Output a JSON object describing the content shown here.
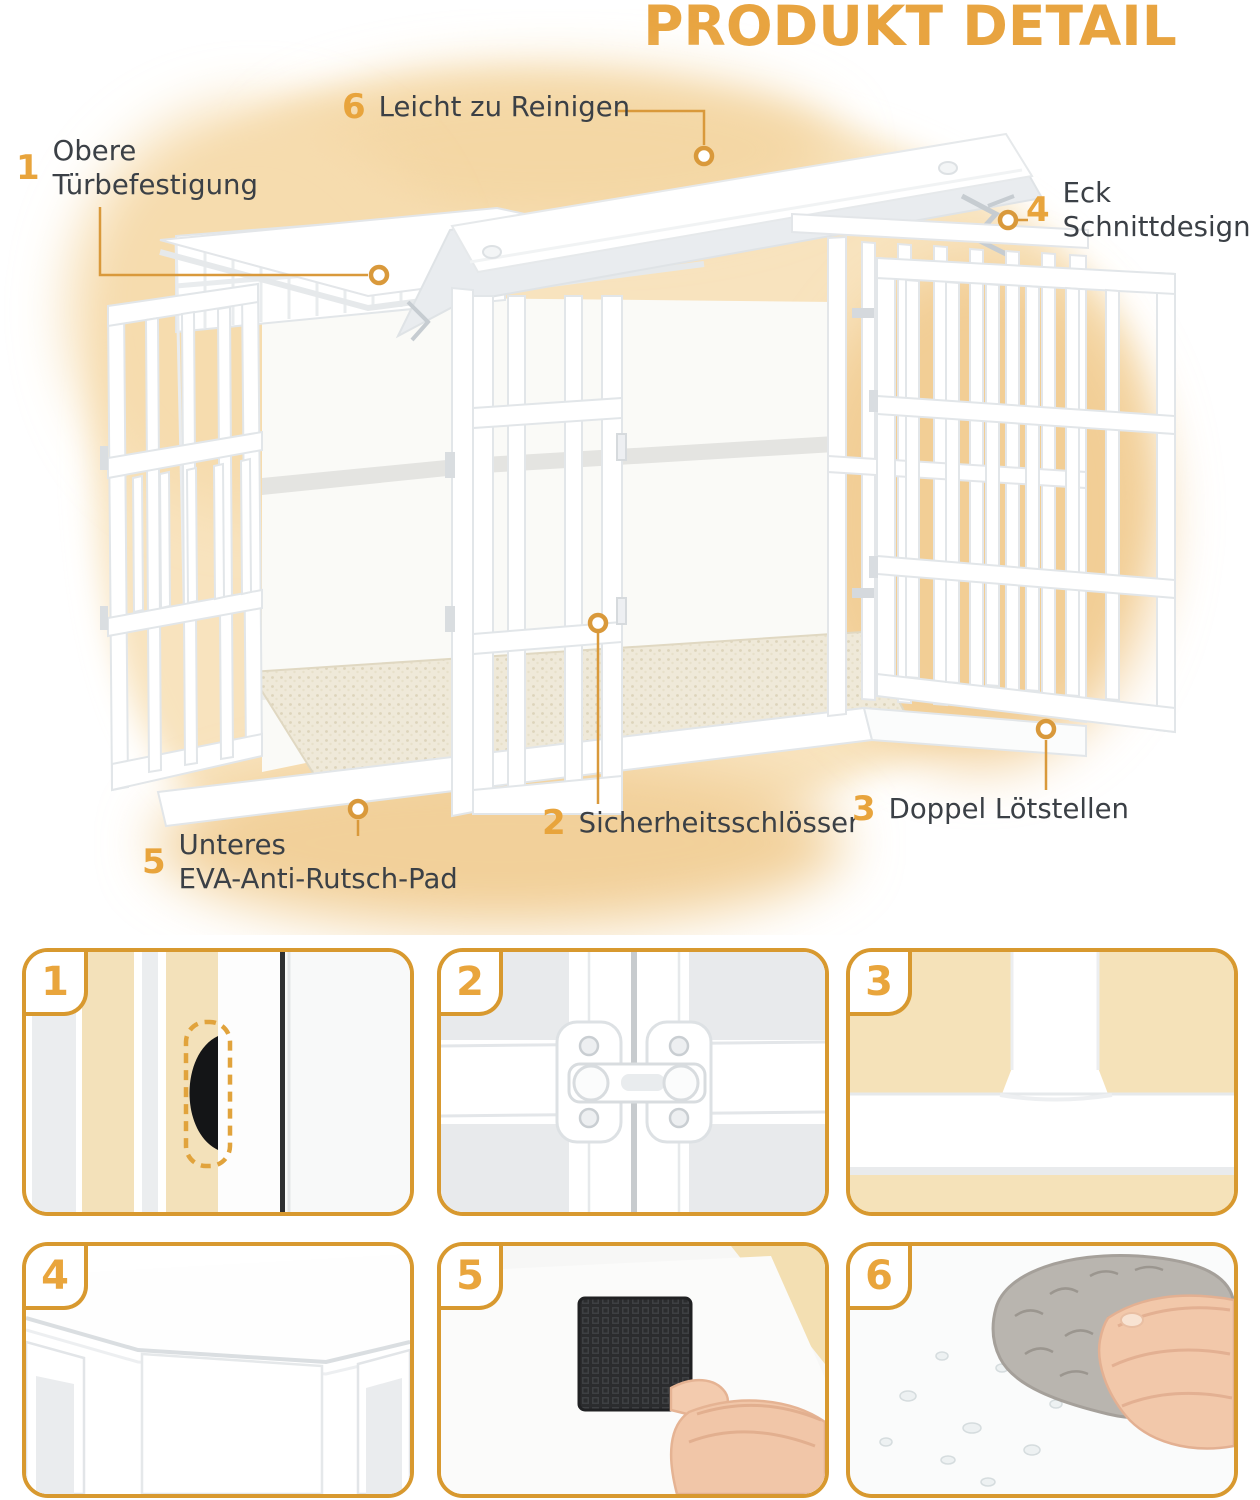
{
  "title": "PRODUKT DETAIL",
  "colors": {
    "accent_orange": "#E8A440",
    "border_orange": "#D8992F",
    "callout_line": "#D9993B",
    "text_dark": "#3B4046",
    "blob_peach": "#F6DCAC",
    "mat_beige": "#EFE9D9"
  },
  "callouts": [
    {
      "num": "1",
      "lines": [
        "Obere",
        "Türbefestigung"
      ]
    },
    {
      "num": "2",
      "label": "Sicherheitsschlösser"
    },
    {
      "num": "3",
      "label": "Doppel Lötstellen"
    },
    {
      "num": "4",
      "lines": [
        "Eck",
        "Schnittdesign"
      ]
    },
    {
      "num": "5",
      "lines": [
        "Unteres",
        "EVA-Anti-Rutsch-Pad"
      ]
    },
    {
      "num": "6",
      "label": "Leicht zu Reinigen"
    }
  ],
  "detail_tiles": [
    {
      "num": "1",
      "scene": "hidden-door-hinge-cutout"
    },
    {
      "num": "2",
      "scene": "safety-latch-lock"
    },
    {
      "num": "3",
      "scene": "double-weld-joint"
    },
    {
      "num": "4",
      "scene": "corner-cut-tabletop"
    },
    {
      "num": "5",
      "scene": "eva-anti-slip-pad"
    },
    {
      "num": "6",
      "scene": "easy-clean-wipe"
    }
  ]
}
